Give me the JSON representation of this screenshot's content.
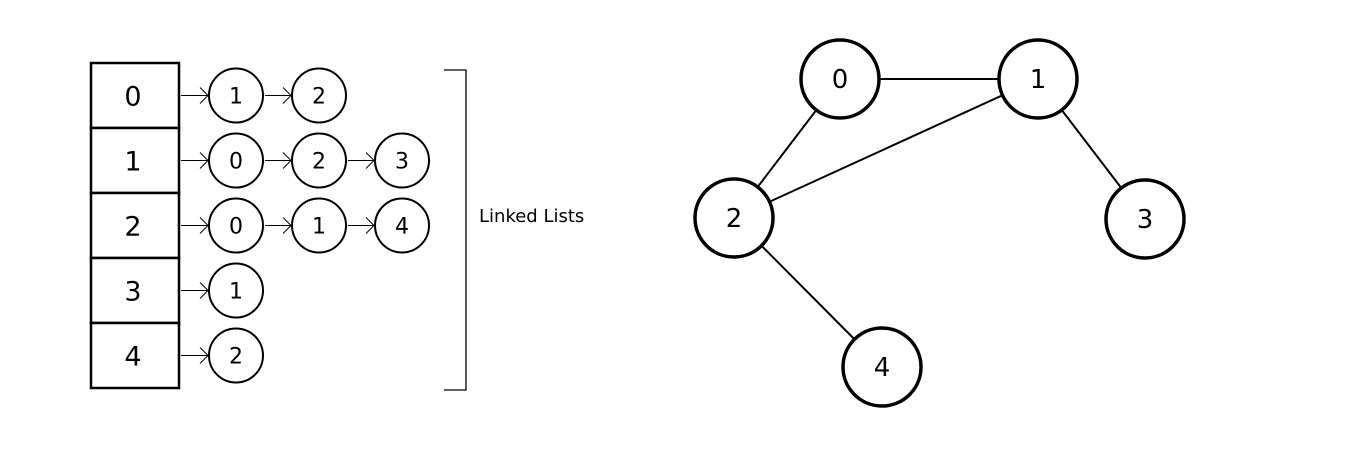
{
  "adjacency_list": {
    "rows": [
      {
        "vertex": "0",
        "neighbors": [
          "1",
          "2"
        ]
      },
      {
        "vertex": "1",
        "neighbors": [
          "0",
          "2",
          "3"
        ]
      },
      {
        "vertex": "2",
        "neighbors": [
          "0",
          "1",
          "4"
        ]
      },
      {
        "vertex": "3",
        "neighbors": [
          "1"
        ]
      },
      {
        "vertex": "4",
        "neighbors": [
          "2"
        ]
      }
    ],
    "bracket_label": "Linked Lists"
  },
  "graph": {
    "nodes": [
      {
        "id": "0",
        "label": "0"
      },
      {
        "id": "1",
        "label": "1"
      },
      {
        "id": "2",
        "label": "2"
      },
      {
        "id": "3",
        "label": "3"
      },
      {
        "id": "4",
        "label": "4"
      }
    ],
    "edges": [
      {
        "from": "0",
        "to": "1"
      },
      {
        "from": "0",
        "to": "2"
      },
      {
        "from": "1",
        "to": "2"
      },
      {
        "from": "1",
        "to": "3"
      },
      {
        "from": "2",
        "to": "4"
      }
    ]
  }
}
